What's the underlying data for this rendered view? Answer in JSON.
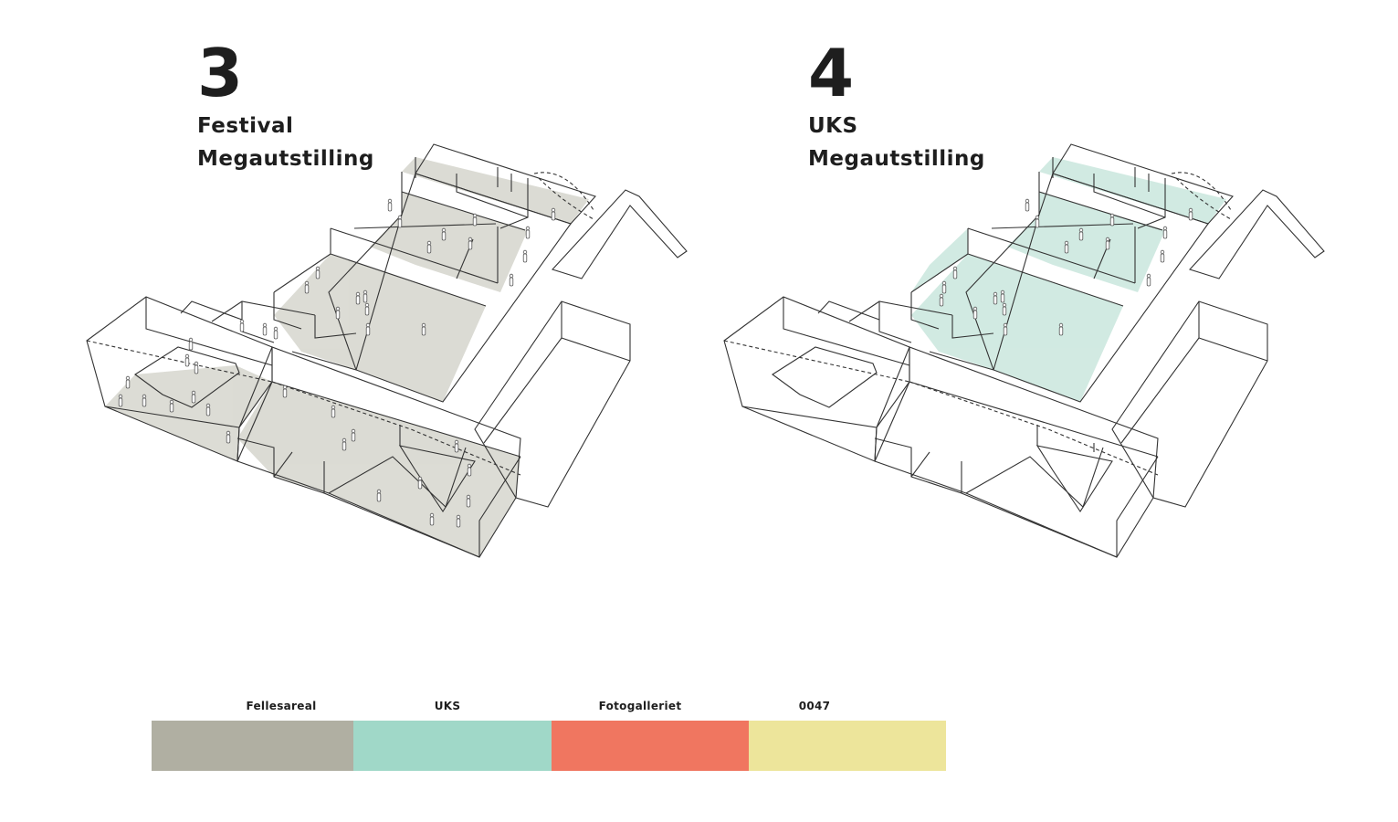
{
  "panels": [
    {
      "number": "3",
      "title_line1": "Festival",
      "title_line2": "Megautstilling",
      "fill": "#d8d8d0"
    },
    {
      "number": "4",
      "title_line1": "UKS",
      "title_line2": "Megautstilling",
      "fill": "#cde8df"
    }
  ],
  "legend": {
    "items": [
      {
        "label": "Fellesareal",
        "color": "#b0afa2"
      },
      {
        "label": "UKS",
        "color": "#a0d8c8"
      },
      {
        "label": "Fotogalleriet",
        "color": "#f07660"
      },
      {
        "label": "0047",
        "color": "#ede59b"
      }
    ]
  }
}
